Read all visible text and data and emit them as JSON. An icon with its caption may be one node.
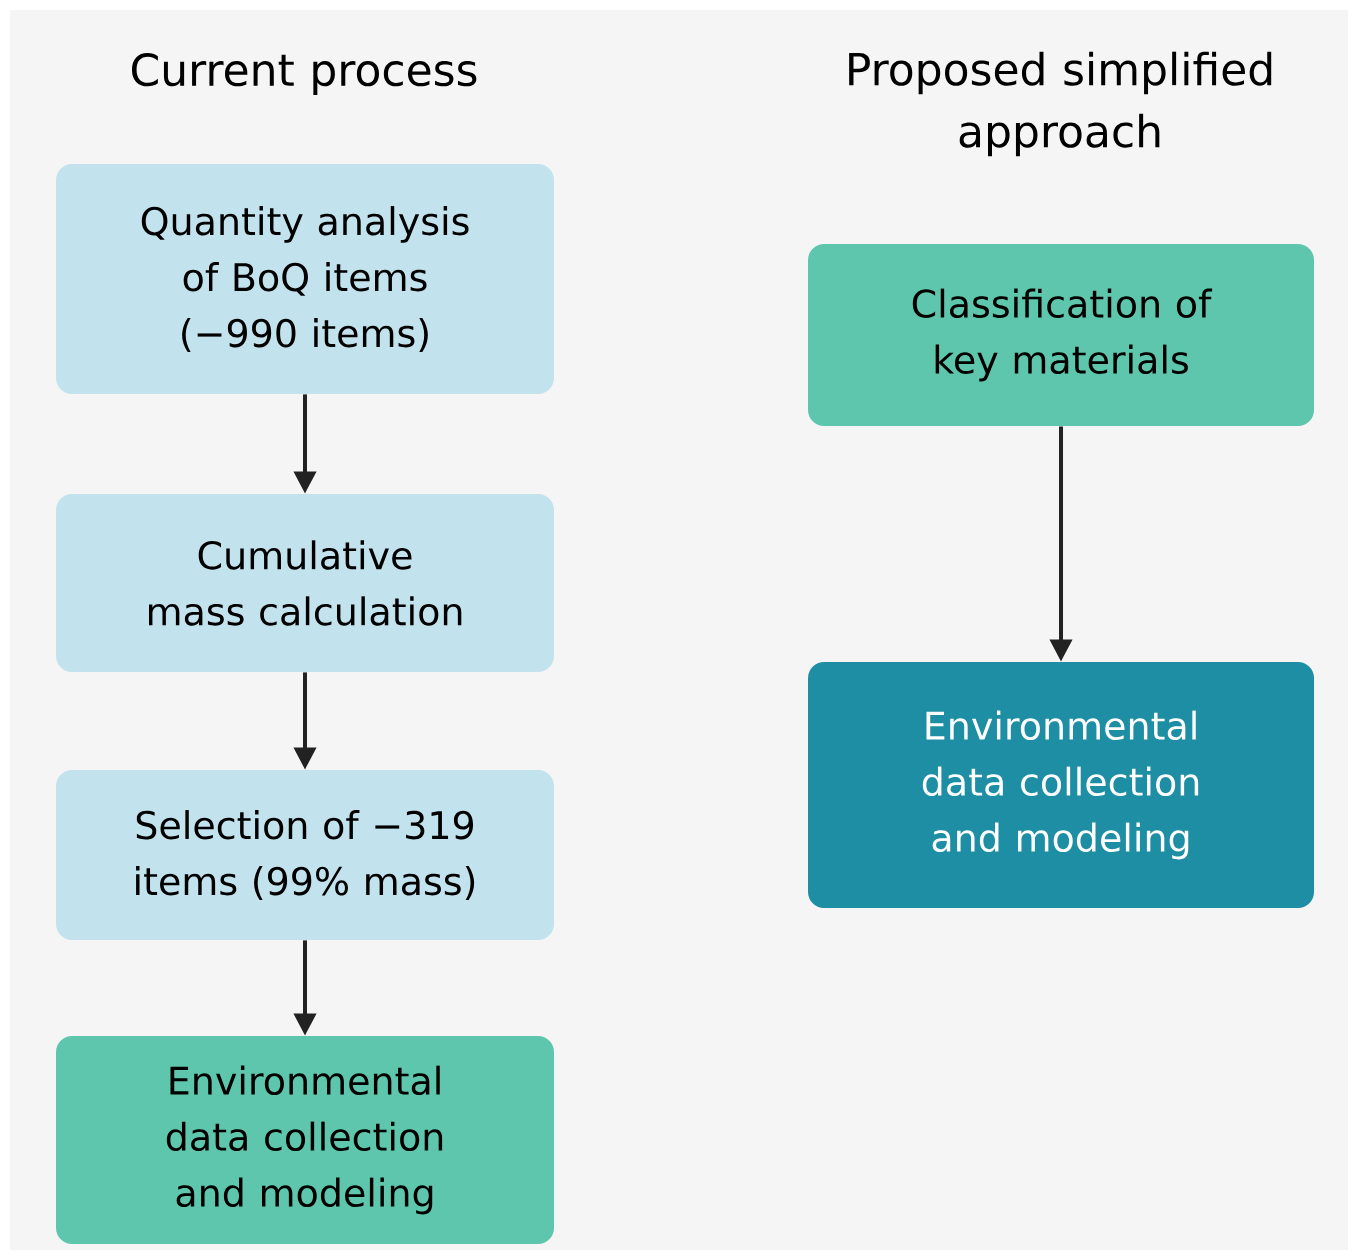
{
  "diagram": {
    "nodes": [
      {
        "text": [
          "Quantity analysis of BoQ items (−990 items)"
        ]
      },
      {
        "text": [
          "Cumulative mass calculation"
        ]
      },
      {
        "text": [
          "Selection of −319 items (99% mass)"
        ]
      },
      {
        "text": [
          "Environmental data collection and modeling"
        ]
      },
      {
        "text": [
          "Classification of key materials"
        ]
      },
      {
        "text": [
          "Environmental data collection and modeling"
        ]
      }
    ],
    "edges": [
      {
        "from": 0,
        "to": 1,
        "arrow": "to"
      },
      {
        "from": 1,
        "to": 2,
        "arrow": "to"
      },
      {
        "from": 2,
        "to": 3,
        "arrow": "to"
      },
      {
        "from": 4,
        "to": 5,
        "arrow": "to"
      }
    ],
    "labels": [
      "Current process",
      "Proposed simplified approach"
    ]
  }
}
